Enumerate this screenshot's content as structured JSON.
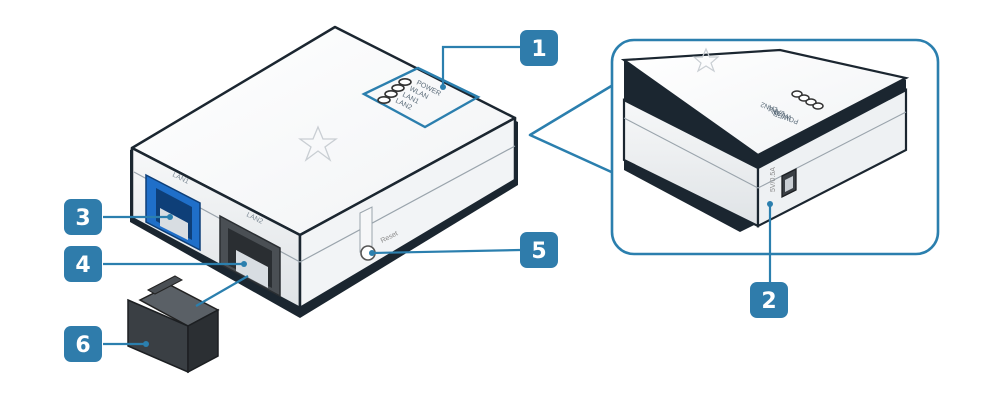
{
  "colors": {
    "accent": "#2b7fae",
    "badge": "#2f7cab",
    "lan1_port": "#1f6fc9",
    "body_shadow": "#0f1f2a",
    "cap": "#3a3f44"
  },
  "badges": [
    {
      "number": "1"
    },
    {
      "number": "2"
    },
    {
      "number": "3"
    },
    {
      "number": "4"
    },
    {
      "number": "5"
    },
    {
      "number": "6"
    }
  ],
  "leds": {
    "labels": [
      "POWER",
      "WLAN",
      "LAN1",
      "LAN2"
    ]
  },
  "ports": {
    "lan1": "LAN1",
    "lan2": "LAN2"
  },
  "reset": {
    "label": "Reset"
  },
  "zoom_side": {
    "power_label": "5V/0.5A"
  },
  "logo": {
    "icon": "star-logo-icon"
  }
}
